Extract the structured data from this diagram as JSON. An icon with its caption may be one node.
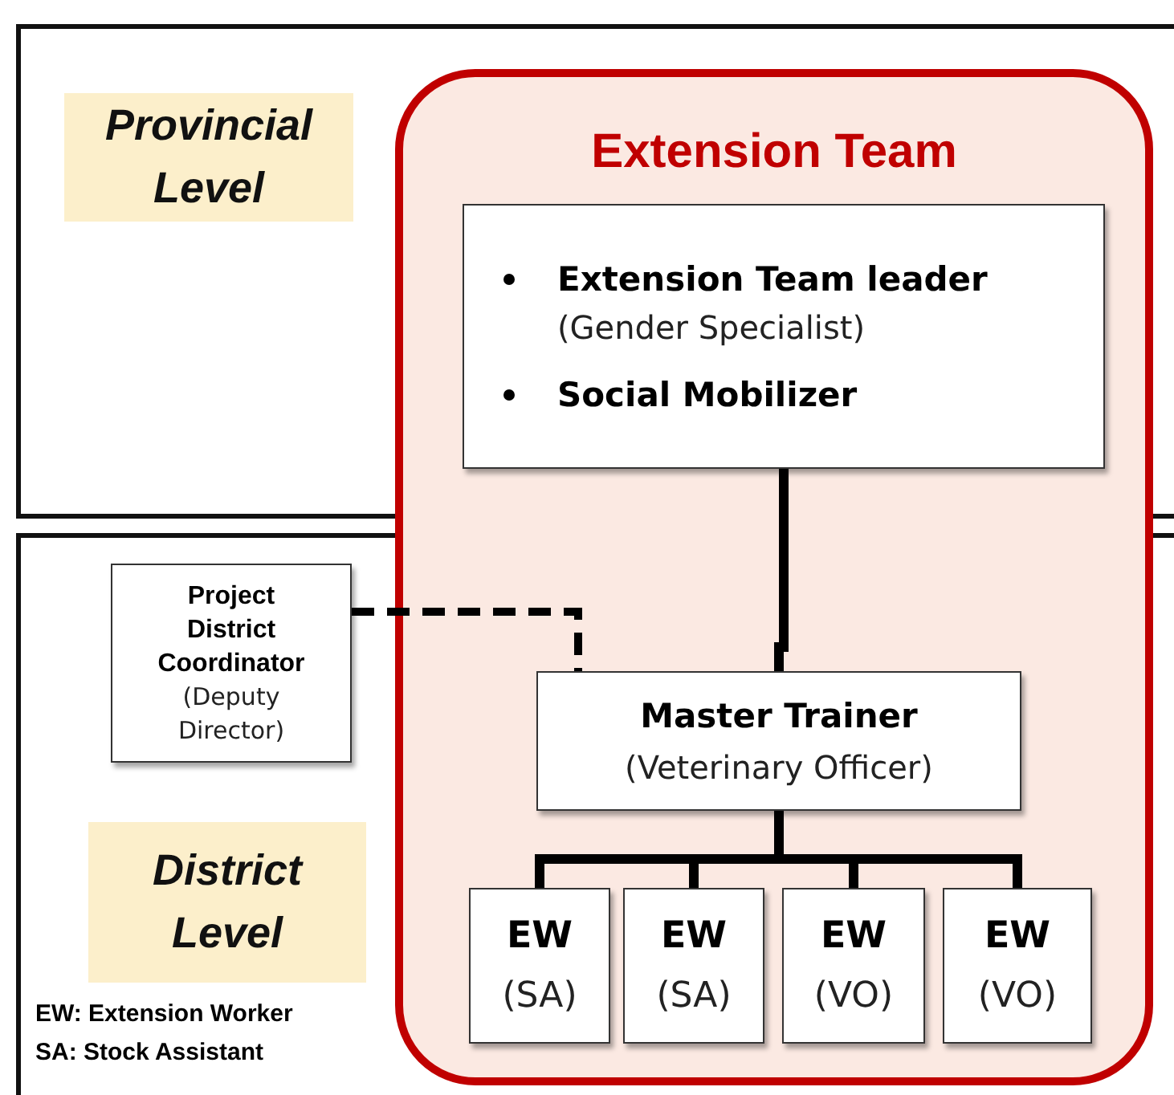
{
  "diagram": {
    "nodes": [
      {
        "text": [
          "Provincial Level"
        ]
      },
      {
        "text": [
          "District Level"
        ]
      },
      {
        "text": [
          "Extension Team"
        ]
      },
      {
        "text": [
          "Extension Team leader",
          "(Gender Specialist)",
          "Social Mobilizer"
        ],
        "in": 2
      },
      {
        "text": [
          "Project District Coordinator",
          "(Deputy Director)"
        ]
      },
      {
        "text": [
          "Master Trainer",
          "(Veterinary Officer)"
        ],
        "in": 2
      },
      {
        "text": [
          "EW",
          "(SA)"
        ],
        "in": 2
      },
      {
        "text": [
          "EW",
          "(SA)"
        ],
        "in": 2
      },
      {
        "text": [
          "EW",
          "(VO)"
        ],
        "in": 2
      },
      {
        "text": [
          "EW",
          "(VO)"
        ],
        "in": 2
      }
    ],
    "edges": [
      {
        "from": 3,
        "to": 5,
        "arrow": "none"
      },
      {
        "from": 4,
        "to": 5,
        "arrow": "none",
        "style": "dashed"
      },
      {
        "from": 5,
        "to": 6,
        "arrow": "none"
      },
      {
        "from": 5,
        "to": 7,
        "arrow": "none"
      },
      {
        "from": 5,
        "to": 8,
        "arrow": "none"
      },
      {
        "from": 5,
        "to": 9,
        "arrow": "none"
      }
    ],
    "labels": [
      "EW: Extension Worker",
      "SA: Stock Assistant"
    ]
  }
}
